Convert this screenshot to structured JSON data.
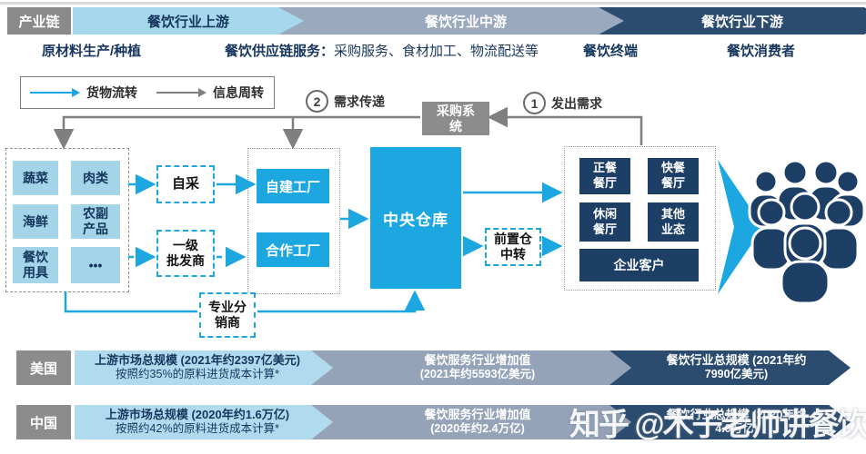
{
  "palette": {
    "accent_blue": "#1ca7e0",
    "light_blue": "#a6d8ec",
    "gray_blue": "#9aa9bd",
    "navy_chevron": "#2b4c6f",
    "navy_box": "#1d3f66",
    "gray": "#8a8a8a",
    "dark_text": "#17365d"
  },
  "banner": {
    "chain_label": "产业链",
    "stages": [
      {
        "label": "餐饮行业上游"
      },
      {
        "label": "餐饮行业中游"
      },
      {
        "label": "餐饮行业下游"
      }
    ],
    "sublabels": {
      "upstream": "原材料生产/种植",
      "midstream_prefix": "餐饮供应链服务：",
      "midstream_rest": "采购服务、食材加工、物流配送等",
      "terminal": "餐饮终端",
      "consumer": "餐饮消费者"
    }
  },
  "legend": {
    "goods": "货物流转",
    "info": "信息周转"
  },
  "flow": {
    "step1": {
      "num": "1",
      "label": "发出需求"
    },
    "step2": {
      "num": "2",
      "label": "需求传递"
    },
    "procurement_system": "采购系\n统"
  },
  "materials": {
    "items": [
      "蔬菜",
      "肉类",
      "海鲜",
      "农副\n产品",
      "餐饮\n用具",
      "•••"
    ]
  },
  "middlemen": {
    "self_procure": "自采",
    "wholesaler": "一级\n批发商",
    "distributor": "专业分\n销商"
  },
  "factories": {
    "self_built": "自建工厂",
    "cooperative": "合作工厂"
  },
  "warehouse": {
    "central": "中央仓库",
    "front_transit": "前置仓\n中转"
  },
  "terminals": {
    "boxes": [
      "正餐\n餐厅",
      "快餐\n餐厅",
      "休闲\n餐厅",
      "其他\n业态"
    ],
    "corporate": "企业客户"
  },
  "market_rows": [
    {
      "country": "美国",
      "up1": "上游市场总规模 (2021年约2397亿美元)",
      "up2": "按照约35%的原料进货成本计算*",
      "mid1": "餐饮服务行业增加值",
      "mid2": "(2021年约5593亿美元)",
      "down1": "餐饮行业总规模 (2021年约",
      "down2": "7990亿美元)"
    },
    {
      "country": "中国",
      "up1": "上游市场总规模 (2020年约1.6万亿)",
      "up2": "按照约42%的原料进货成本计算*",
      "mid1": "餐饮服务行业增加值",
      "mid2": "(2020年约2.4万亿)",
      "down1": "餐饮行业总规模 (2020年约",
      "down2": "4.0万亿)"
    }
  ],
  "watermark": "知乎 @木子老师讲餐饮"
}
